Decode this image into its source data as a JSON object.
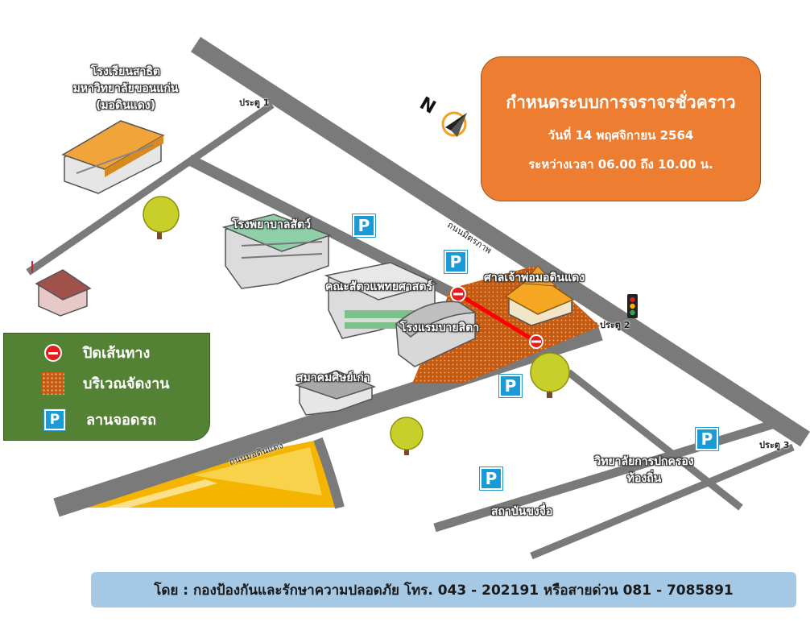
{
  "info": {
    "title": "กำหนดระบบการจราจรชั่วคราว",
    "date": "วันที่ 14 พฤศจิกายน 2564",
    "time": "ระหว่างเวลา 06.00 ถึง 10.00 น."
  },
  "buildings": {
    "school": [
      "โรงเรียนสาธิต",
      "มหาวิทยาลัยขอนแก่น",
      "(มอดินแดง)"
    ],
    "animal_hospital": "โรงพยาบาลสัตว์",
    "vet_faculty": "คณะสัตวแพทยศาสตร์",
    "hotel": "โรงแรมบายสิตา",
    "shrine": "ศาลเจ้าพ่อมอดินแดง",
    "alumni": "สมาคมศิษย์เก่า",
    "college": [
      "วิทยาลัยการปกครอง",
      "ท้องถิ่น"
    ],
    "institute": "สถาบันขงจื่อ"
  },
  "roads": {
    "mittraphap": "ถนนมิตรภาพ",
    "modindaeng": "ถนนมอดินแดง"
  },
  "gates": {
    "gate1": "ประตู 1",
    "gate2": "ประตู 2",
    "gate3": "ประตู 3"
  },
  "parking_symbol": "P",
  "legend": {
    "road_closed": "ปิดเส้นทาง",
    "event_area": "บริเวณจัดงาน",
    "parking": "ลานจอดรถ"
  },
  "footer": "โดย : กองป้องกันและรักษาความปลอดภัย โทร. 043 - 202191 หรือสายด่วน 081 - 7085891",
  "colors": {
    "info_box": "#ec7d31",
    "legend_box": "#548235",
    "event_area": "#c55a11",
    "road_closed": "#e31c1c",
    "parking": "#1a9ad6",
    "footer": "#a5c8e4"
  }
}
